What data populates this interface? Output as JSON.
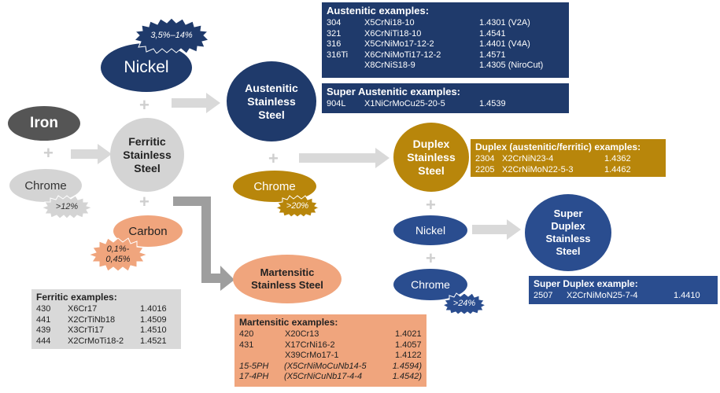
{
  "nodes": {
    "iron": "Iron",
    "chrome_left": "Chrome",
    "nickel_top": "Nickel",
    "ferritic": "Ferritic\nStainless\nSteel",
    "carbon": "Carbon",
    "austenitic": "Austenitic\nStainless\nSteel",
    "chrome_mid": "Chrome",
    "duplex": "Duplex\nStainless\nSteel",
    "nickel_right": "Nickel",
    "chrome_right": "Chrome",
    "super_duplex": "Super\nDuplex\nStainless\nSteel",
    "martensitic": "Martensitic\nStainless Steel"
  },
  "bursts": {
    "nickel_range": "3,5%–14%",
    "chrome_left_min": ">12%",
    "carbon_range": "0,1%-\n0,45%",
    "chrome_mid_min": ">20%",
    "chrome_right_min": ">24%"
  },
  "austenitic_examples": {
    "title": "Austenitic examples:",
    "rows": [
      [
        "304",
        "X5CrNi18-10",
        "1.4301 (V2A)"
      ],
      [
        "321",
        "X6CrNiTi18-10",
        "1.4541"
      ],
      [
        "316",
        "X5CrNiMo17-12-2",
        "1.4401 (V4A)"
      ],
      [
        "316Ti",
        "X6CrNiMoTi17-12-2",
        "1.4571"
      ],
      [
        "",
        "X8CrNiS18-9",
        "1.4305 (NiroCut)"
      ]
    ]
  },
  "super_austenitic_examples": {
    "title": "Super Austenitic examples:",
    "rows": [
      [
        "904L",
        "X1NiCrMoCu25-20-5",
        "1.4539"
      ]
    ]
  },
  "duplex_examples": {
    "title": "Duplex (austenitic/ferritic) examples:",
    "rows": [
      [
        "2304",
        "X2CrNiN23-4",
        "1.4362"
      ],
      [
        "2205",
        "X2CrNiMoN22-5-3",
        "1.4462"
      ]
    ]
  },
  "super_duplex_examples": {
    "title": "Super Duplex example:",
    "rows": [
      [
        "2507",
        "X2CrNiMoN25-7-4",
        "1.4410"
      ]
    ]
  },
  "ferritic_examples": {
    "title": "Ferritic examples:",
    "rows": [
      [
        "430",
        "X6Cr17",
        "1.4016"
      ],
      [
        "441",
        "X2CrTiNb18",
        "1.4509"
      ],
      [
        "439",
        "X3CrTi17",
        "1.4510"
      ],
      [
        "444",
        "X2CrMoTi18-2",
        "1.4521"
      ]
    ]
  },
  "martensitic_examples": {
    "title": "Martensitic examples:",
    "rows": [
      [
        "420",
        "X20Cr13",
        "1.4021"
      ],
      [
        "431",
        "X17CrNi16-2",
        "1.4057"
      ],
      [
        "",
        "X39CrMo17-1",
        "1.4122"
      ],
      [
        "15-5PH",
        "(X5CrNiMoCuNb14-5",
        "1.4594)"
      ],
      [
        "17-4PH",
        "(X5CrNiCuNb17-4-4",
        "1.4542)"
      ]
    ]
  },
  "plus_sign": "+",
  "colors": {
    "navy": "#1f3a6b",
    "blue": "#2a4d8f",
    "gold": "#b8860b",
    "grey": "#d4d4d4",
    "salmon": "#f0a57d",
    "arrow": "#d9d9d9"
  }
}
